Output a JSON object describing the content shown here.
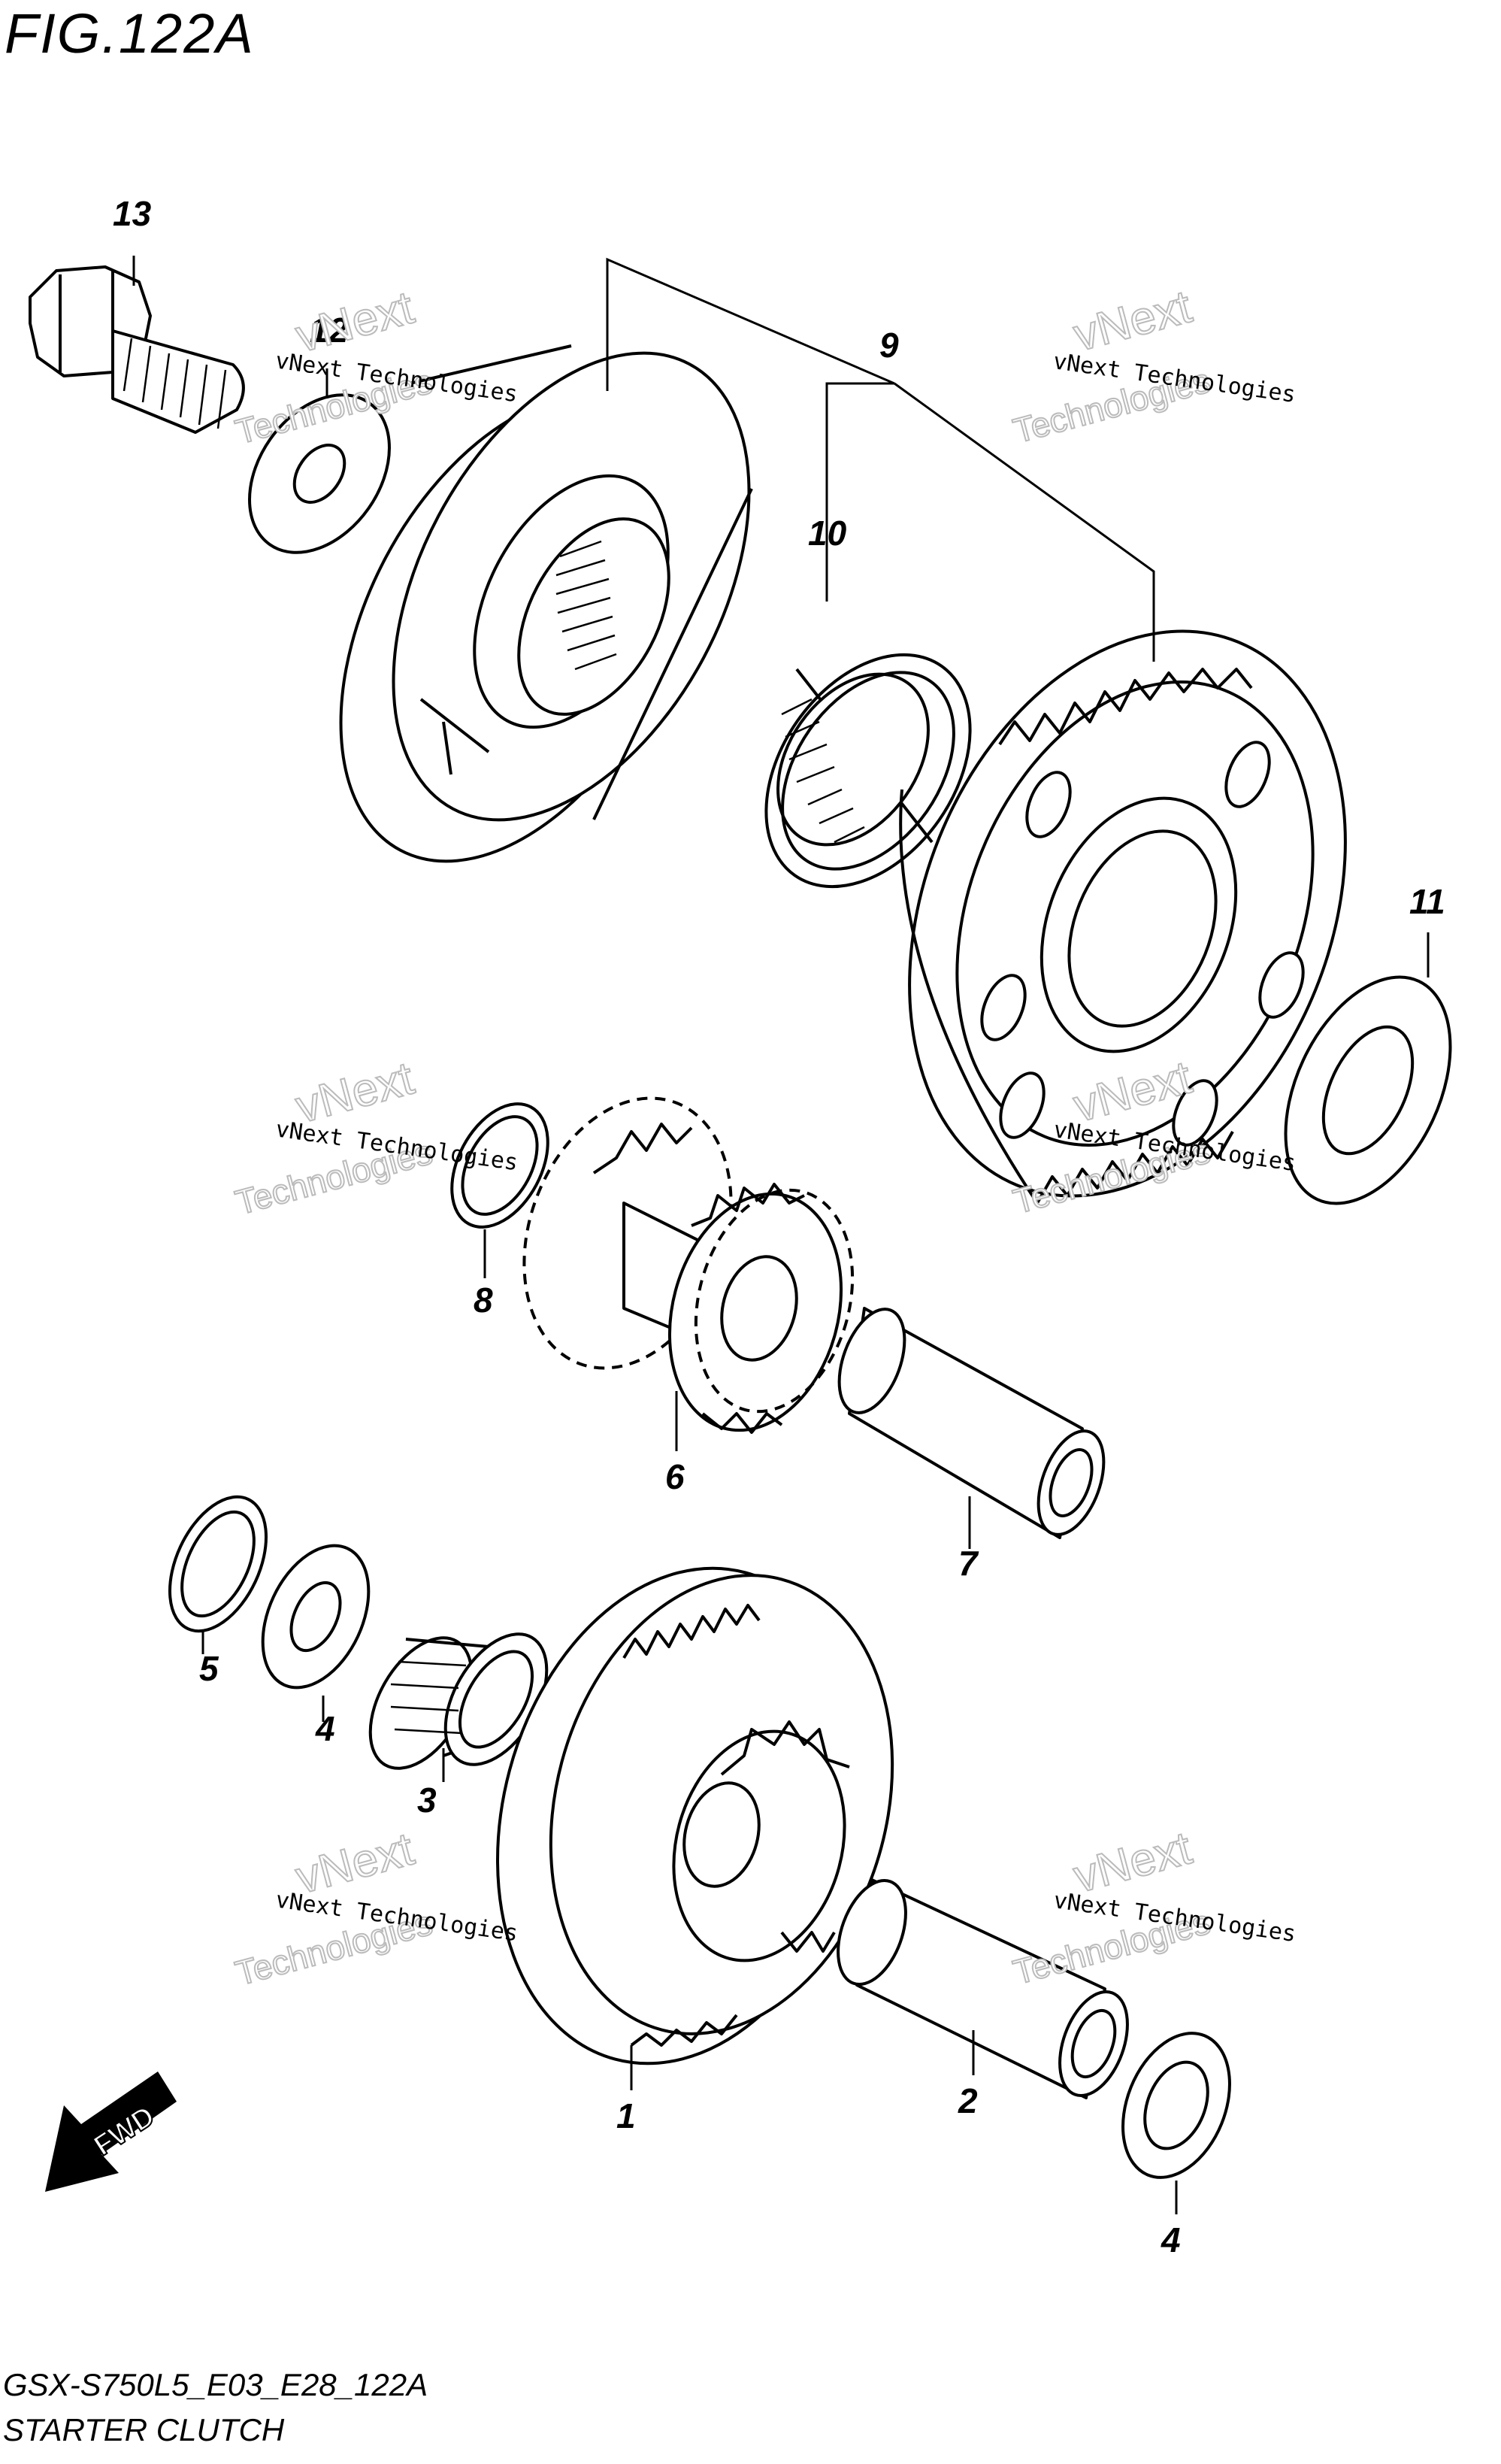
{
  "figure": {
    "title": "FIG.122A",
    "code": "GSX-S750L5_E03_E28_122A",
    "subtitle": "STARTER CLUTCH"
  },
  "callouts": [
    "1",
    "2",
    "3",
    "4",
    "4",
    "5",
    "6",
    "7",
    "8",
    "9",
    "10",
    "11",
    "12",
    "13"
  ],
  "watermark": {
    "line1": "vNext Technologies",
    "line2": "vNext",
    "line3": "Technologies"
  },
  "fwd_label": "FWD"
}
